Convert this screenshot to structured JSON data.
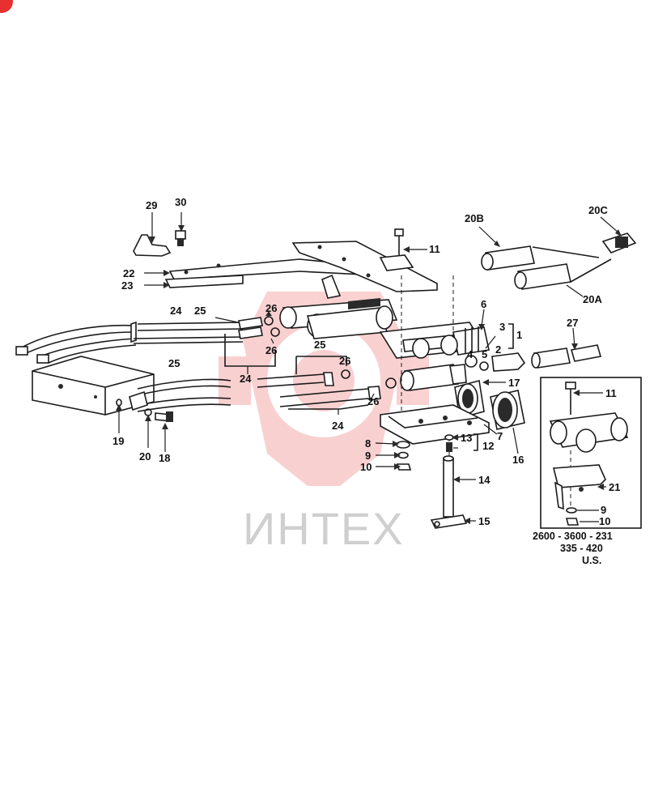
{
  "watermark": {
    "text": "ИНТЕХ",
    "color": "#e8302f"
  },
  "corner_badge": {
    "color": "#e8302f"
  },
  "callouts": {
    "c29": "29",
    "c30": "30",
    "c22": "22",
    "c23": "23",
    "c11": "11",
    "c20B": "20B",
    "c20C": "20C",
    "c20A": "20A",
    "c24a": "24",
    "c25a": "25",
    "c26a": "26",
    "c26b": "26",
    "c25b": "25",
    "c6": "6",
    "c3": "3",
    "c1": "1",
    "c27": "27",
    "c4": "4",
    "c5": "5",
    "c2": "2",
    "c25c": "25",
    "c26c": "26",
    "c24b": "24",
    "c26d": "26",
    "c17": "17",
    "c24c": "24",
    "c7": "7",
    "c16": "16",
    "c13": "13",
    "c12": "12",
    "c8": "8",
    "c9": "9",
    "c10": "10",
    "c14": "14",
    "c15": "15",
    "c19": "19",
    "c20": "20",
    "c18": "18",
    "i11": "11",
    "i21": "21",
    "i9": "9",
    "i10": "10"
  },
  "inset": {
    "caption_line1": "2600 - 3600 - 231",
    "caption_line2": "335 - 420",
    "caption_line3": "U.S."
  }
}
